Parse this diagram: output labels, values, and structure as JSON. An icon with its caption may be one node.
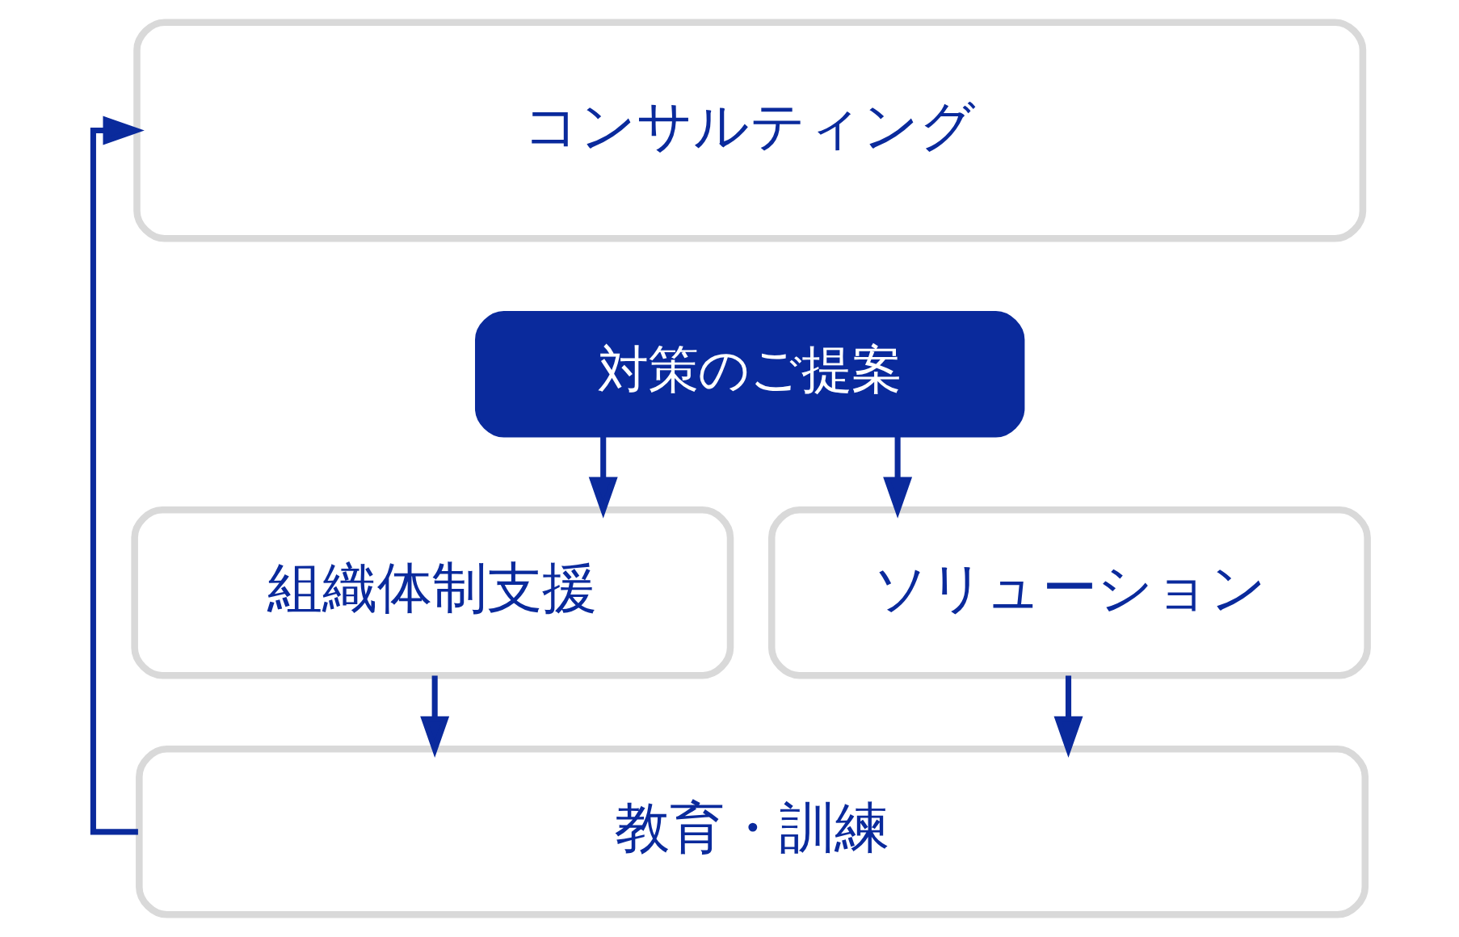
{
  "diagram": {
    "nodes": [
      {
        "text": [
          "コンサルティング"
        ]
      },
      {
        "text": [
          "対策のご提案"
        ]
      },
      {
        "text": [
          "組織体制支援"
        ]
      },
      {
        "text": [
          "ソリューション"
        ]
      },
      {
        "text": [
          "教育・訓練"
        ]
      }
    ],
    "edges": [
      {
        "from": 1,
        "to": 2,
        "arrow": "to"
      },
      {
        "from": 1,
        "to": 3,
        "arrow": "to"
      },
      {
        "from": 2,
        "to": 4,
        "arrow": "to"
      },
      {
        "from": 3,
        "to": 4,
        "arrow": "to"
      },
      {
        "from": 4,
        "to": 0,
        "arrow": "to"
      }
    ]
  }
}
